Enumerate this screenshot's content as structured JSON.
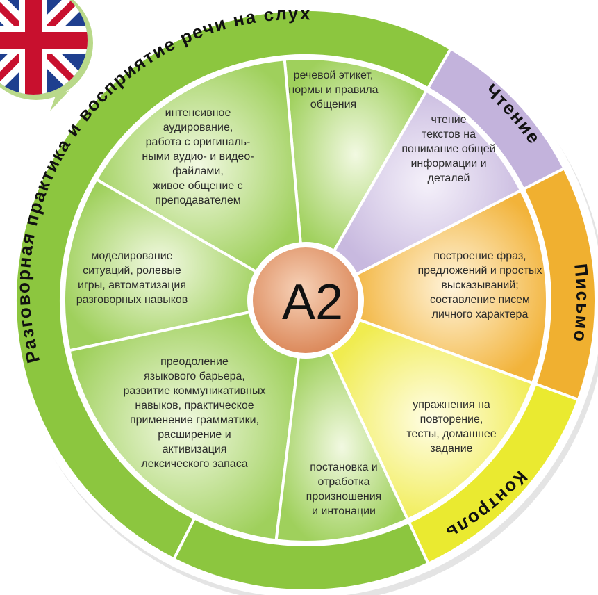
{
  "center": {
    "label": "A2"
  },
  "ring": {
    "speaking": "Разговорная практика и восприятие речи на слух",
    "reading": "Чтение",
    "writing": "Письмо",
    "control": "Контроль"
  },
  "segments": {
    "etiquette": "речевой этикет,\nнормы и правила\nобщения",
    "listening": "интенсивное\nаудирование,\nработа с оригиналь-\nными аудио- и видео-\nфайлами,\nживое общение  с\nпреподавателем",
    "modeling": "моделирование\nситуаций, ролевые\nигры, автоматизация\nразговорных навыков",
    "barrier": "преодоление\nязыкового барьера,\nразвитие коммуникативных\nнавыков, практическое\nприменение грамматики,\nрасширение и\nактивизация\nлексического запаса",
    "pronunciation": "постановка и\nотработка\nпроизношения\nи интонации",
    "reading": "чтение\nтекстов на\nпонимание общей\nинформации и\nдеталей",
    "writing": "построение фраз,\nпредложений и простых\nвысказываний;\nсоставление писем\nличного характера",
    "control": "упражнения на\nповторение,\nтесты, домашнее\nзадание"
  },
  "colors": {
    "ring_speaking": "#8cc63f",
    "ring_reading": "#c3b3dc",
    "ring_writing": "#f0b030",
    "ring_control": "#eaea30",
    "inner_green": "#a8d86a",
    "inner_purple": "#d6cbe6",
    "inner_orange": "#f6c66a",
    "inner_yellow": "#f6f38a",
    "center": "#e7a07a"
  },
  "icons": {
    "flag": "uk-flag-icon"
  }
}
